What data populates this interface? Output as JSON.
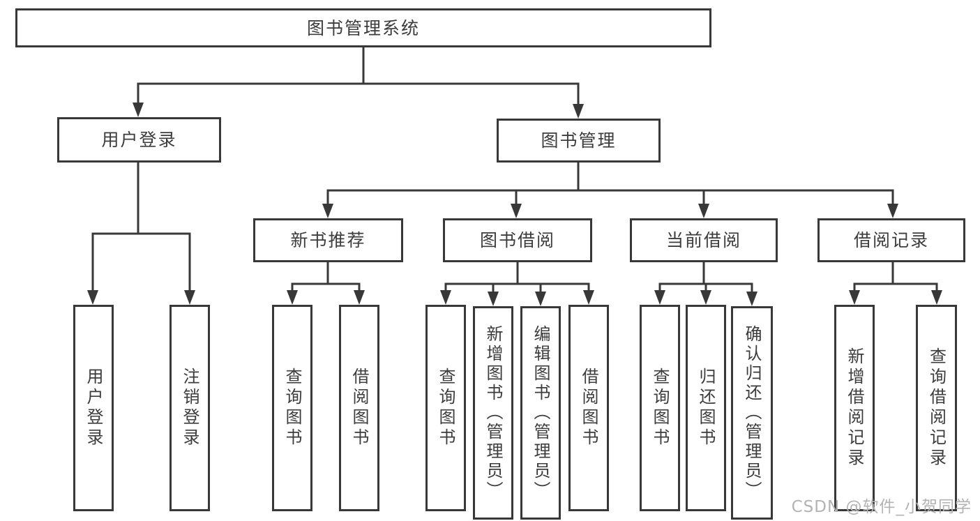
{
  "diagram": {
    "type": "hierarchy-tree",
    "title": "图书管理系统",
    "watermark": "CSDN @软件_小贺同学",
    "colors": {
      "line": "#383838",
      "text": "#3c3c3c",
      "background": "#ffffff",
      "watermark": "#b3b3b3"
    },
    "nodes": {
      "root": {
        "label": "图书管理系统"
      },
      "user_login": {
        "label": "用户登录"
      },
      "book_mgmt": {
        "label": "图书管理"
      },
      "user_login_leaf": {
        "label": "用户登录"
      },
      "logout_leaf": {
        "label": "注销登录"
      },
      "new_book_rec": {
        "label": "新书推荐"
      },
      "book_borrow": {
        "label": "图书借阅"
      },
      "current_borrow": {
        "label": "当前借阅"
      },
      "borrow_record": {
        "label": "借阅记录"
      },
      "rec_query_books": {
        "label": "查询图书"
      },
      "rec_borrow_books": {
        "label": "借阅图书"
      },
      "bb_query_books": {
        "label": "查询图书"
      },
      "bb_add_books": {
        "label": "新增图书（管理员）"
      },
      "bb_edit_books": {
        "label": "编辑图书（管理员）"
      },
      "bb_borrow_books": {
        "label": "借阅图书"
      },
      "cb_query_books": {
        "label": "查询图书"
      },
      "cb_return_books": {
        "label": "归还图书"
      },
      "cb_confirm_return": {
        "label": "确认归还（管理员）"
      },
      "br_add_record": {
        "label": "新增借阅记录"
      },
      "br_query_record": {
        "label": "查询借阅记录"
      }
    },
    "hierarchy": {
      "图书管理系统": {
        "用户登录": [
          "用户登录",
          "注销登录"
        ],
        "图书管理": {
          "新书推荐": [
            "查询图书",
            "借阅图书"
          ],
          "图书借阅": [
            "查询图书",
            "新增图书（管理员）",
            "编辑图书（管理员）",
            "借阅图书"
          ],
          "当前借阅": [
            "查询图书",
            "归还图书",
            "确认归还（管理员）"
          ],
          "借阅记录": [
            "新增借阅记录",
            "查询借阅记录"
          ]
        }
      }
    }
  }
}
